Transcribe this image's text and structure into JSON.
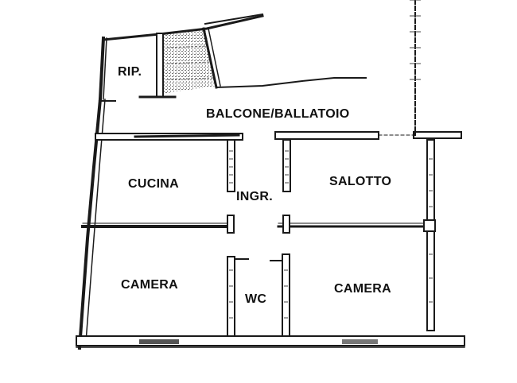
{
  "diagram": {
    "type": "floor-plan",
    "colors": {
      "wall": "#1a1a1a",
      "hatch": "#555555",
      "background": "#ffffff"
    },
    "rooms": [
      {
        "id": "rip",
        "label": "RIP."
      },
      {
        "id": "balcone",
        "label": "BALCONE/BALLATOIO"
      },
      {
        "id": "cucina",
        "label": "CUCINA"
      },
      {
        "id": "ingresso",
        "label": "INGR."
      },
      {
        "id": "salotto",
        "label": "SALOTTO"
      },
      {
        "id": "camera1",
        "label": "CAMERA"
      },
      {
        "id": "wc",
        "label": "WC"
      },
      {
        "id": "camera2",
        "label": "CAMERA"
      }
    ]
  }
}
